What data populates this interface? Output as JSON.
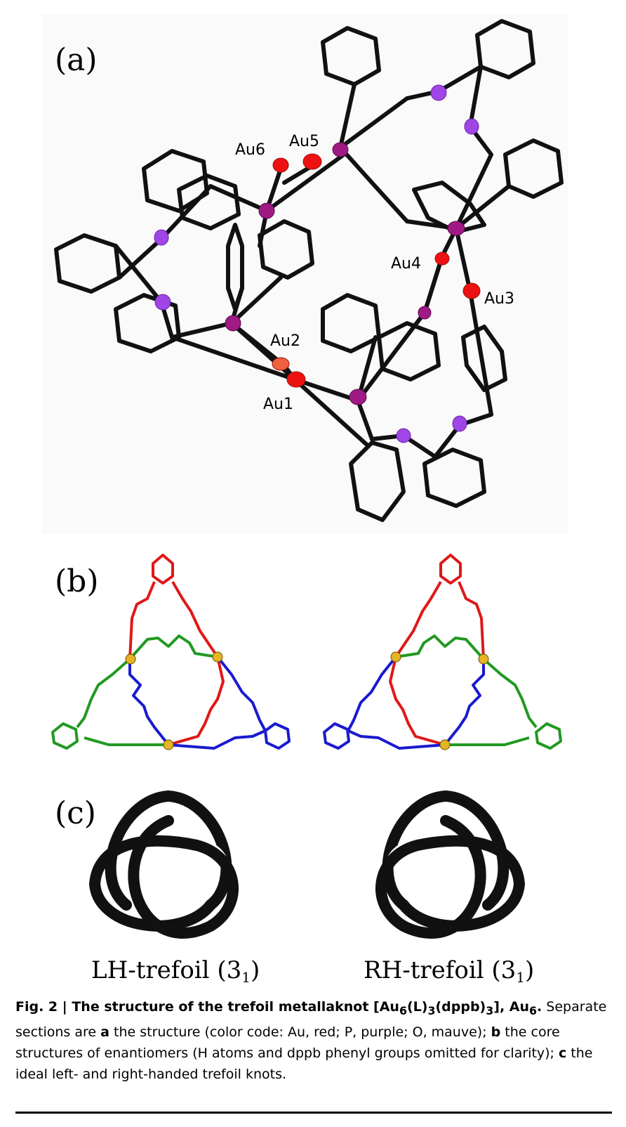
{
  "panels": {
    "a": {
      "letter": "(a)",
      "au_labels": [
        "Au6",
        "Au5",
        "Au4",
        "Au3",
        "Au2",
        "Au1"
      ]
    },
    "b": {
      "letter": "(b)"
    },
    "c": {
      "letter": "(c)",
      "left_label": "LH-trefoil (3",
      "right_label": "RH-trefoil (3",
      "subscript": "1",
      "close": ")"
    }
  },
  "caption": {
    "fig": "Fig. 2",
    "sep": " | ",
    "title_pre": "The structure of the trefoil metallaknot [Au",
    "sub6": "6",
    "title_mid": "(L)",
    "sub3a": "3",
    "title_mid2": "(dppb)",
    "sub3b": "3",
    "title_mid3": "], Au",
    "sub6b": "6",
    "title_end": ".",
    "body1": " Separate sections are ",
    "a": "a",
    "body2": " the structure (color code: Au, red; P, purple; O, mauve); ",
    "b": "b",
    "body3": " the core structures of enantiomers (H atoms and dppb phenyl groups omitted for clarity); ",
    "c": "c",
    "body4": " the ideal left- and right-handed trefoil knots."
  },
  "colors": {
    "au": "#ee1111",
    "p": "#a01a86",
    "o": "#a045e6",
    "core_red": "#e01818",
    "core_green": "#229922",
    "core_blue": "#1a1ad0"
  }
}
